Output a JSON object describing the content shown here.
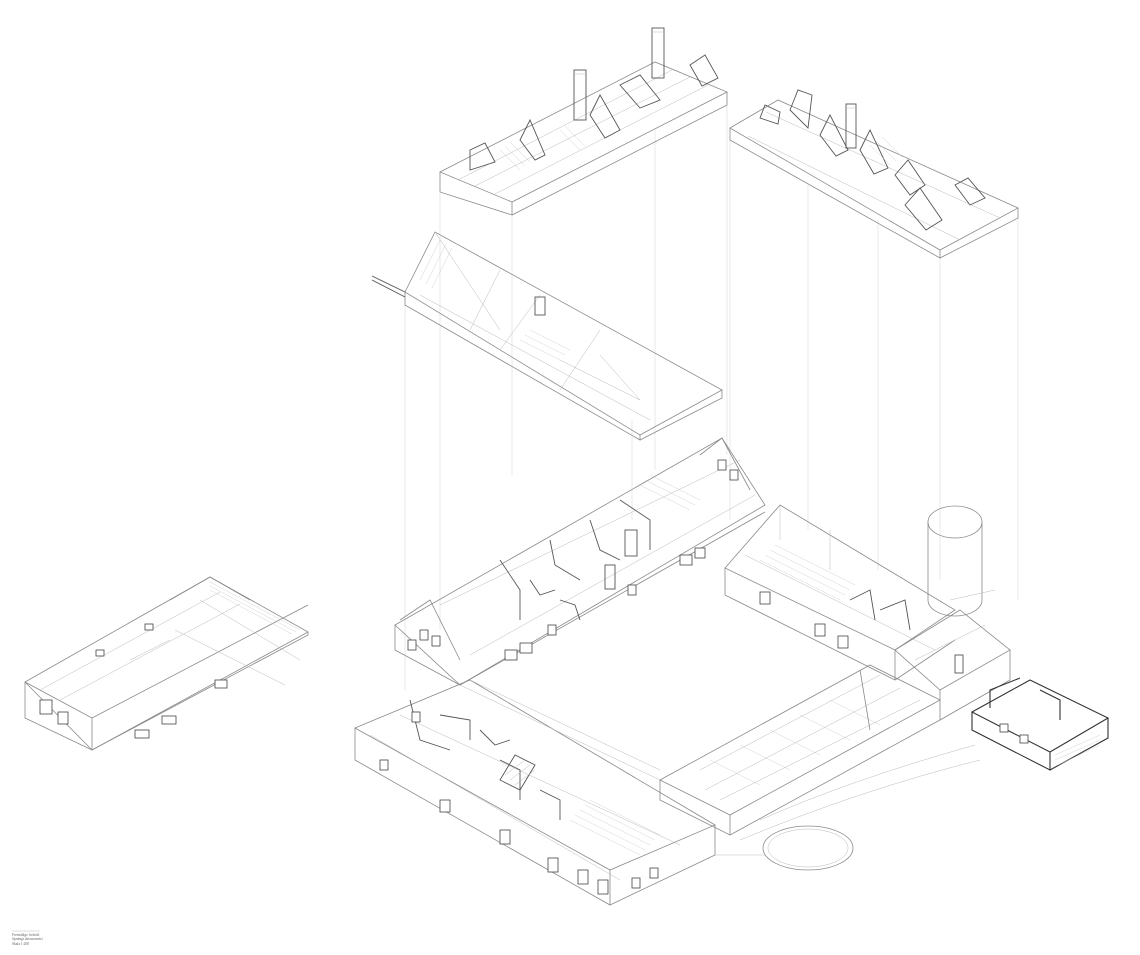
{
  "caption": {
    "line1": "Fremtidige forhold",
    "line2": "Sprængt aksonometri",
    "line3": "Skala 1:200"
  },
  "drawing": {
    "style": "line-drawing",
    "stroke_color": "#8a8a8a",
    "background": "#ffffff"
  }
}
